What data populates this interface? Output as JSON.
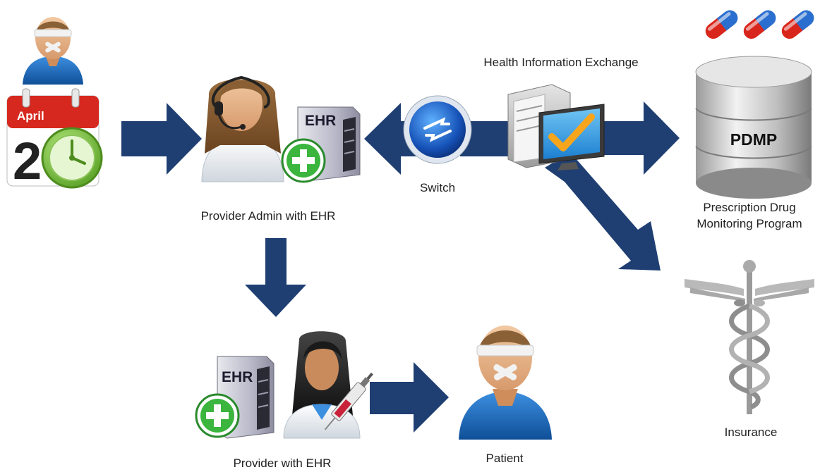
{
  "labels": {
    "hie": "Health Information Exchange",
    "switch": "Switch",
    "provider_admin": "Provider Admin with EHR",
    "provider": "Provider with EHR",
    "patient": "Patient",
    "pdmp_line1": "Prescription Drug",
    "pdmp_line2": "Monitoring Program",
    "insurance": "Insurance"
  },
  "icon_text": {
    "calendar_month": "April",
    "calendar_day": "2",
    "ehr_top": "EHR",
    "ehr_bottom": "EHR",
    "pdmp_db": "PDMP"
  },
  "icons": [
    "patient-icon",
    "calendar-clock-icon",
    "admin-headset-icon",
    "ehr-server-icon",
    "switch-icon",
    "hie-computer-icon",
    "pill-icon",
    "database-icon",
    "caduceus-icon",
    "doctor-syringe-icon"
  ],
  "colors": {
    "arrow": "#1f3f73",
    "patient_shirt": "#1d6fc2",
    "calendar_red": "#d6281e",
    "clock_green": "#7cc242",
    "ehr_plus": "#2fa833",
    "pill_red": "#d9261c",
    "pill_blue": "#2a6fcf"
  }
}
